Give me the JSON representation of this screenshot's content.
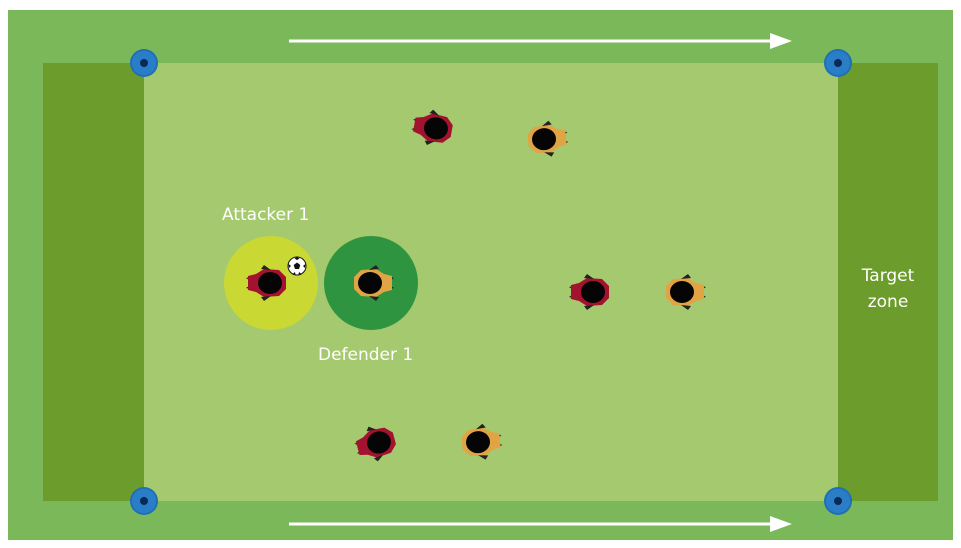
{
  "labels": {
    "attacker": "Attacker 1",
    "defender": "Defender 1",
    "target_line1": "Target",
    "target_line2": "zone"
  },
  "colors": {
    "outer_field": "#7bb85a",
    "inner_field": "#a5c96e",
    "end_zone": "#6b9c2c",
    "cone": "#1f6fb5",
    "attacker_highlight": "#c9d833",
    "defender_highlight": "#2f9440",
    "attacker_kit": "#a3122e",
    "defender_kit": "#e0a445",
    "arrow": "#ffffff"
  },
  "icons": {
    "cone": "cone-marker-icon",
    "player": "player-topdown-icon",
    "ball": "soccer-ball-icon",
    "arrow": "direction-arrow-icon"
  },
  "players": {
    "attackers": 4,
    "defenders": 4
  }
}
